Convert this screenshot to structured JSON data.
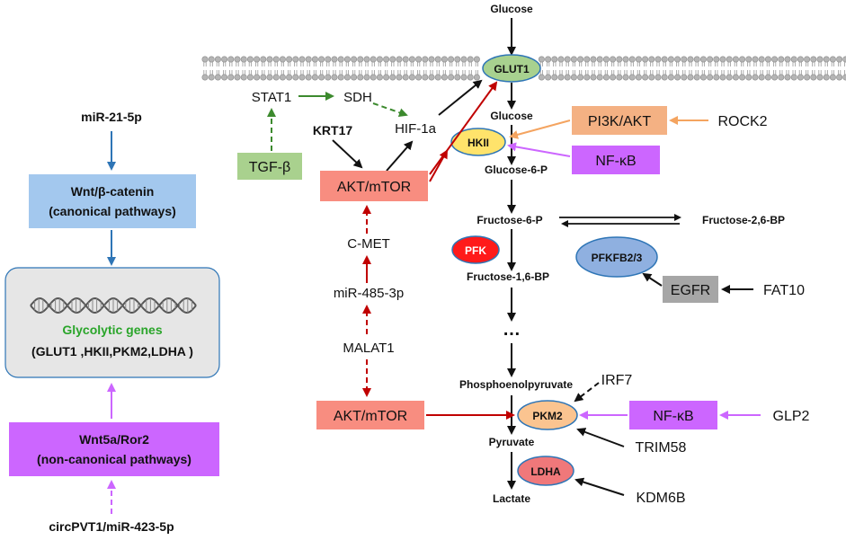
{
  "colors": {
    "black": "#111111",
    "red": "#c00000",
    "green": "#3c8a2e",
    "blue": "#2e75b6",
    "violet": "#cc66ff",
    "orange": "#f4a460",
    "salmon": "#f88d80",
    "lightblue": "#a3c8ee",
    "lightgreen": "#a9d18e",
    "grayBox": "#a6a6a6",
    "yellow": "#ffe36b",
    "violetBox": "#cc66ff",
    "redFill": "#ff1a1a",
    "oval": "#8fb0e0",
    "pkm2": "#fbc490",
    "ldha": "#f0787a",
    "glut1": "#a8d18f"
  },
  "pathway": {
    "glucose_top": "Glucose",
    "glut1": "GLUT1",
    "glucose": "Glucose",
    "hkii": "HKII",
    "g6p": "Glucose-6-P",
    "f6p": "Fructose-6-P",
    "f26bp": "Fructose-2,6-BP",
    "pfk": "PFK",
    "pfkfb": "PFKFB2/3",
    "f16bp": "Fructose-1,6-BP",
    "ellipsis": "…",
    "pep": "Phosphoenolpyruvate",
    "pkm2": "PKM2",
    "pyruvate": "Pyruvate",
    "ldha": "LDHA",
    "lactate": "Lactate"
  },
  "regulators": {
    "stat1": "STAT1",
    "sdh": "SDH",
    "hif1a": "HIF-1a",
    "krt17": "KRT17",
    "tgfb": "TGF-β",
    "akt_mtor_top": "AKT/mTOR",
    "c_met": "C-MET",
    "mir485": "miR-485-3p",
    "malat1": "MALAT1",
    "akt_mtor_bottom": "AKT/mTOR",
    "pi3k_akt": "PI3K/AKT",
    "rock2": "ROCK2",
    "nfkb_top": "NF-κB",
    "egfr": "EGFR",
    "fat10": "FAT10",
    "irf7": "IRF7",
    "nfkb_bottom": "NF-κB",
    "glp2": "GLP2",
    "trim58": "TRIM58",
    "kdm6b": "KDM6B"
  },
  "left_panel": {
    "mir21": "miR-21-5p",
    "wnt_line1": "Wnt/β-catenin",
    "wnt_line2": "(canonical pathways)",
    "glycolytic_title": "Glycolytic genes",
    "glycolytic_list": "(GLUT1 ,HKII,PKM2,LDHA )",
    "wnt5a_line1": "Wnt5a/Ror2",
    "wnt5a_line2": "(non-canonical pathways)",
    "circ": "circPVT1/miR-423-5p"
  }
}
